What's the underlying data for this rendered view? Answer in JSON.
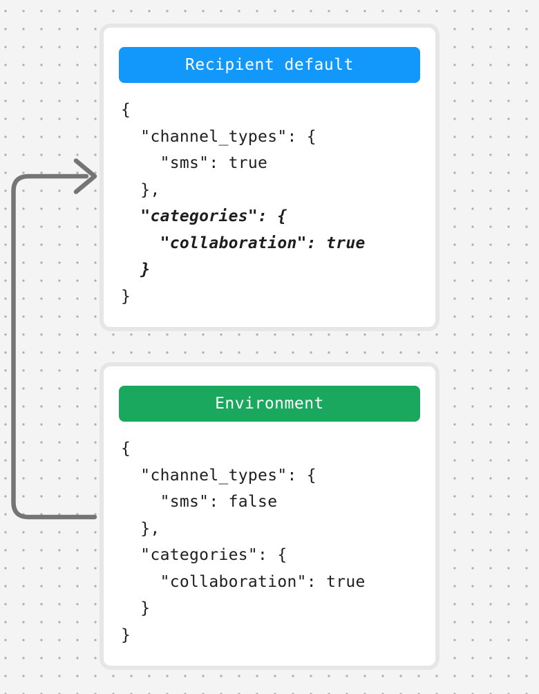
{
  "page": {
    "background_color": "#f4f4f4",
    "dot_color": "#afafaf"
  },
  "arrow": {
    "color": "#757575",
    "description": "flow arrow from environment level up into recipient default card"
  },
  "cards": [
    {
      "header": {
        "label": "Recipient default",
        "color": "#1298fb"
      },
      "code_lines": [
        {
          "text": "{",
          "emphasis": false
        },
        {
          "text": "  \"channel_types\": {",
          "emphasis": false
        },
        {
          "text": "    \"sms\": true",
          "emphasis": false
        },
        {
          "text": "  },",
          "emphasis": false
        },
        {
          "text": "  \"categories\": {",
          "emphasis": true
        },
        {
          "text": "    \"collaboration\": true",
          "emphasis": true
        },
        {
          "text": "  }",
          "emphasis": true
        },
        {
          "text": "}",
          "emphasis": false
        }
      ]
    },
    {
      "header": {
        "label": "Environment",
        "color": "#1aa85e"
      },
      "code_lines": [
        {
          "text": "{",
          "emphasis": false
        },
        {
          "text": "  \"channel_types\": {",
          "emphasis": false
        },
        {
          "text": "    \"sms\": false",
          "emphasis": false
        },
        {
          "text": "  },",
          "emphasis": false
        },
        {
          "text": "  \"categories\": {",
          "emphasis": false
        },
        {
          "text": "    \"collaboration\": true",
          "emphasis": false
        },
        {
          "text": "  }",
          "emphasis": false
        },
        {
          "text": "}",
          "emphasis": false
        }
      ]
    }
  ]
}
